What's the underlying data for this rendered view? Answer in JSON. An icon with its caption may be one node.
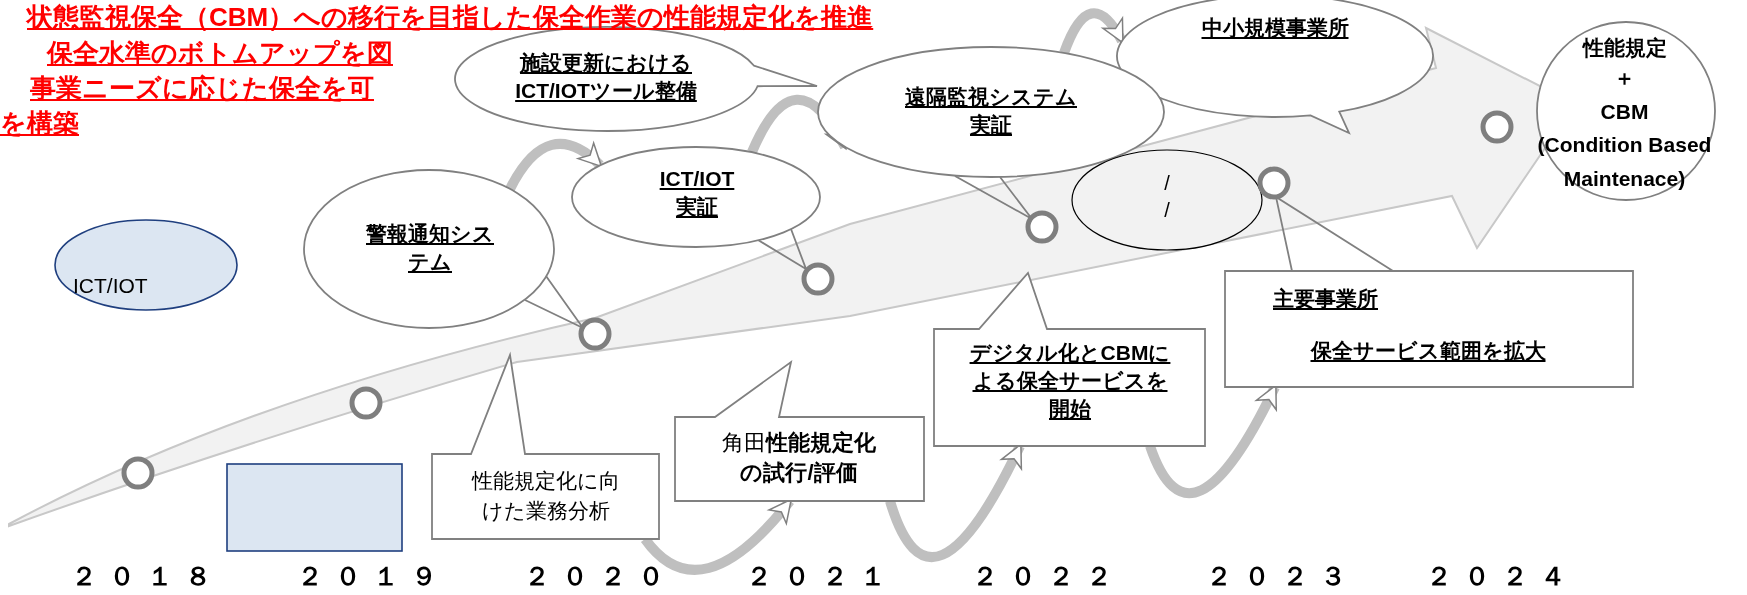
{
  "diagram": {
    "title": "状態監視保全（CBM）への移行を目指した保全作業の性能規定化を推進",
    "nodes": [
      {
        "text": [
          "中小規模事業所"
        ]
      },
      {
        "text": [
          "性能規定",
          "＋",
          "CBM",
          "(Condition Based Maintenace)"
        ]
      },
      {
        "text": [
          "施設更新におけるICT/IOTツール整備"
        ]
      },
      {
        "text": [
          "遠隔監視システム実証"
        ]
      },
      {
        "text": [
          "ICT/IOT実証"
        ]
      },
      {
        "text": [
          "/ /"
        ]
      },
      {
        "text": [
          "警報通知システム"
        ]
      },
      {
        "text": [
          "ICT/IOT"
        ]
      },
      {
        "text": [
          "主要事業所",
          "保全サービス範囲を拡大"
        ]
      },
      {
        "text": [
          "デジタル化とCBMによる保全サービスを開始"
        ]
      },
      {
        "text": [
          "角田**性能規定化の試行/評価**"
        ]
      },
      {
        "text": [
          "性能規定化に向けた業務分析"
        ]
      },
      {
        "text": [],
        "shape": "box"
      },
      {
        "text": [],
        "shape": "circle"
      },
      {
        "text": [],
        "shape": "circle"
      },
      {
        "text": [],
        "shape": "circle"
      },
      {
        "text": [],
        "shape": "circle"
      },
      {
        "text": [],
        "shape": "circle"
      },
      {
        "text": [],
        "shape": "circle"
      },
      {
        "text": [],
        "shape": "circle"
      }
    ],
    "edges": [
      {
        "from": 6,
        "to": 15,
        "arrow": "none"
      },
      {
        "from": 4,
        "to": 16,
        "arrow": "none"
      },
      {
        "from": 3,
        "to": 17,
        "arrow": "none"
      },
      {
        "from": 8,
        "to": 18,
        "arrow": "none"
      },
      {
        "from": 6,
        "to": 4,
        "arrow": "to"
      },
      {
        "from": 4,
        "to": 3,
        "arrow": "to"
      },
      {
        "from": 3,
        "to": 0,
        "arrow": "to"
      },
      {
        "from": 11,
        "to": 10,
        "arrow": "to"
      },
      {
        "from": 10,
        "to": 9,
        "arrow": "to"
      },
      {
        "from": 9,
        "to": 8,
        "arrow": "to"
      }
    ],
    "labels": [
      "保全水準のボトムアップを図",
      "事業ニーズに応じた保全を可",
      "を構築",
      "２０１８",
      "２０１９",
      "２０２０",
      "２０２１",
      "２０２２",
      "２０２３",
      "２０２４"
    ]
  }
}
